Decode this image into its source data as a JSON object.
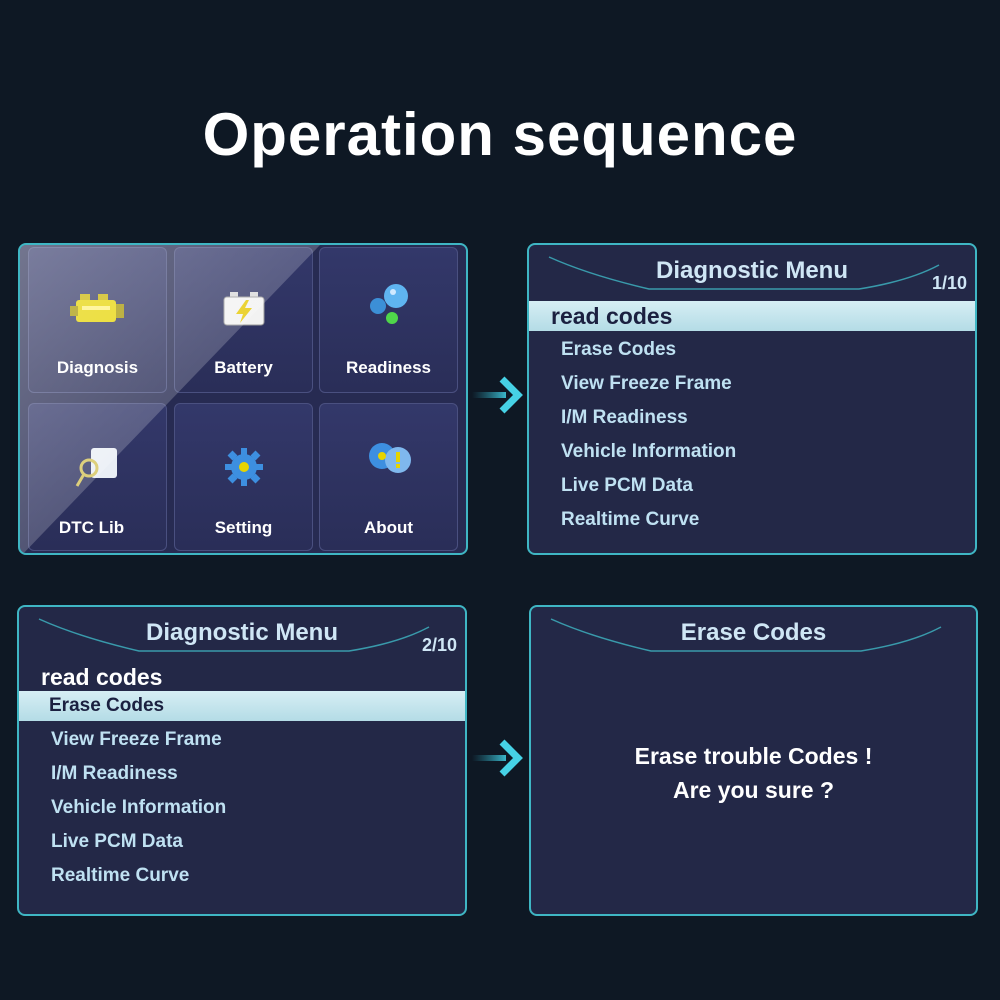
{
  "page": {
    "title": "Operation sequence"
  },
  "home": {
    "tiles": [
      {
        "label": "Diagnosis",
        "icon": "engine-icon"
      },
      {
        "label": "Battery",
        "icon": "battery-icon"
      },
      {
        "label": "Readiness",
        "icon": "molecule-icon"
      },
      {
        "label": "DTC Lib",
        "icon": "magnifier-icon"
      },
      {
        "label": "Setting",
        "icon": "gear-icon"
      },
      {
        "label": "About",
        "icon": "info-gear-icon"
      }
    ]
  },
  "menu1": {
    "title": "Diagnostic Menu",
    "counter": "1/10",
    "items": [
      "read codes",
      "Erase Codes",
      "View Freeze Frame",
      "I/M Readiness",
      "Vehicle Information",
      "Live PCM Data",
      "Realtime Curve"
    ]
  },
  "menu2": {
    "title": "Diagnostic Menu",
    "counter": "2/10",
    "items": [
      "read codes",
      "Erase Codes",
      "View Freeze Frame",
      "I/M Readiness",
      "Vehicle Information",
      "Live PCM Data",
      "Realtime Curve"
    ]
  },
  "erase": {
    "title": "Erase Codes",
    "line1": "Erase trouble Codes !",
    "line2": "Are you sure ?"
  },
  "colors": {
    "accent": "#3fb6c4",
    "panel": "#232847",
    "background": "#0e1824",
    "highlight": "#c8e8ef"
  }
}
